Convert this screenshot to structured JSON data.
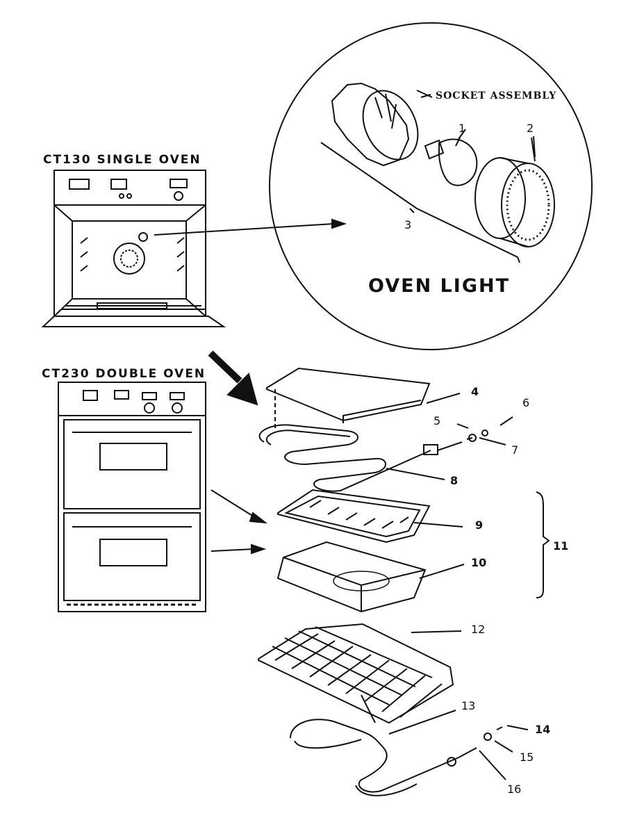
{
  "titles": {
    "single_oven": "CT130 SINGLE OVEN",
    "double_oven": "CT230 DOUBLE OVEN",
    "oven_light": "OVEN LIGHT",
    "socket_assembly": "SOCKET ASSEMBLY"
  },
  "callouts": [
    "1",
    "2",
    "3",
    "4",
    "5",
    "6",
    "7",
    "8",
    "9",
    "10",
    "11",
    "12",
    "13",
    "14",
    "15",
    "16"
  ],
  "colors": {
    "ink": "#111111",
    "paper": "#ffffff"
  }
}
